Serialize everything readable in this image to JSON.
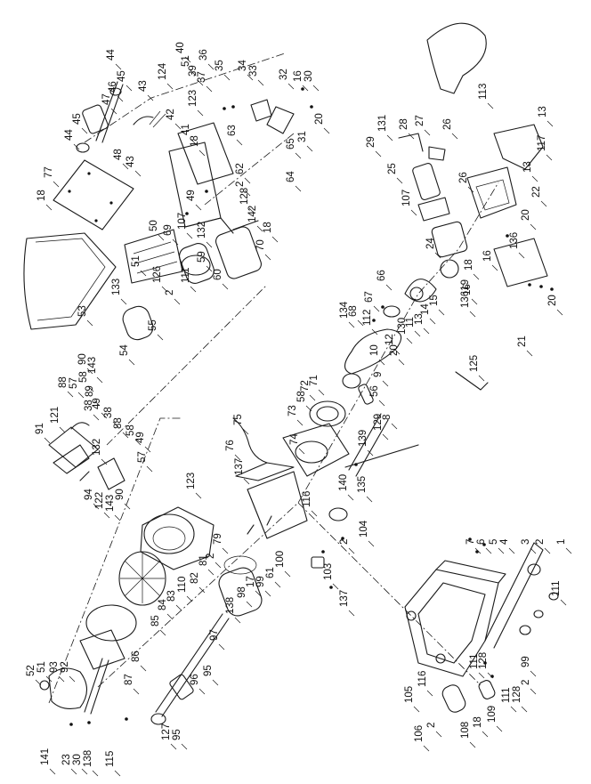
{
  "diagram": {
    "line_color": "#1a1a1a",
    "callouts": [
      {
        "id": "c1",
        "text": "44"
      },
      {
        "id": "c2",
        "text": "45"
      },
      {
        "id": "c3",
        "text": "46"
      },
      {
        "id": "c4",
        "text": "47"
      },
      {
        "id": "c5",
        "text": "45"
      },
      {
        "id": "c6",
        "text": "44"
      },
      {
        "id": "c7",
        "text": "43"
      },
      {
        "id": "c8",
        "text": "43"
      },
      {
        "id": "c9",
        "text": "48"
      },
      {
        "id": "c10",
        "text": "77"
      },
      {
        "id": "c11",
        "text": "18"
      },
      {
        "id": "c12",
        "text": "124"
      },
      {
        "id": "c13",
        "text": "40"
      },
      {
        "id": "c14",
        "text": "51"
      },
      {
        "id": "c15",
        "text": "39"
      },
      {
        "id": "c16",
        "text": "37"
      },
      {
        "id": "c17",
        "text": "36"
      },
      {
        "id": "c18",
        "text": "35"
      },
      {
        "id": "c19",
        "text": "34"
      },
      {
        "id": "c20",
        "text": "33"
      },
      {
        "id": "c21",
        "text": "32"
      },
      {
        "id": "c22",
        "text": "16"
      },
      {
        "id": "c23",
        "text": "30"
      },
      {
        "id": "c24",
        "text": "20"
      },
      {
        "id": "c25",
        "text": "123"
      },
      {
        "id": "c26",
        "text": "42"
      },
      {
        "id": "c27",
        "text": "41"
      },
      {
        "id": "c28",
        "text": "18"
      },
      {
        "id": "c29",
        "text": "63"
      },
      {
        "id": "c30",
        "text": "65"
      },
      {
        "id": "c31",
        "text": "31"
      },
      {
        "id": "c32",
        "text": "64"
      },
      {
        "id": "c33",
        "text": "62"
      },
      {
        "id": "c34",
        "text": "128"
      },
      {
        "id": "c35",
        "text": "2"
      },
      {
        "id": "c36",
        "text": "142"
      },
      {
        "id": "c37",
        "text": "18"
      },
      {
        "id": "c38",
        "text": "70"
      },
      {
        "id": "c39",
        "text": "49"
      },
      {
        "id": "c40",
        "text": "107"
      },
      {
        "id": "c41",
        "text": "50"
      },
      {
        "id": "c42",
        "text": "69"
      },
      {
        "id": "c43",
        "text": "132"
      },
      {
        "id": "c44",
        "text": "51"
      },
      {
        "id": "c45",
        "text": "59"
      },
      {
        "id": "c46",
        "text": "111"
      },
      {
        "id": "c47",
        "text": "60"
      },
      {
        "id": "c48",
        "text": "126"
      },
      {
        "id": "c49",
        "text": "2"
      },
      {
        "id": "c50",
        "text": "133"
      },
      {
        "id": "c51",
        "text": "53"
      },
      {
        "id": "c52",
        "text": "54"
      },
      {
        "id": "c53",
        "text": "55"
      },
      {
        "id": "c54",
        "text": "113"
      },
      {
        "id": "c55",
        "text": "13"
      },
      {
        "id": "c56",
        "text": "117"
      },
      {
        "id": "c57",
        "text": "13"
      },
      {
        "id": "c58",
        "text": "22"
      },
      {
        "id": "c59",
        "text": "20"
      },
      {
        "id": "c60",
        "text": "136"
      },
      {
        "id": "c61",
        "text": "29"
      },
      {
        "id": "c62",
        "text": "131"
      },
      {
        "id": "c63",
        "text": "28"
      },
      {
        "id": "c64",
        "text": "27"
      },
      {
        "id": "c65",
        "text": "26"
      },
      {
        "id": "c66",
        "text": "25"
      },
      {
        "id": "c67",
        "text": "26"
      },
      {
        "id": "c68",
        "text": "107"
      },
      {
        "id": "c69",
        "text": "24"
      },
      {
        "id": "c70",
        "text": "16"
      },
      {
        "id": "c71",
        "text": "18"
      },
      {
        "id": "c72",
        "text": "16"
      },
      {
        "id": "c73",
        "text": "13619"
      },
      {
        "id": "c74",
        "text": "20"
      },
      {
        "id": "c75",
        "text": "21"
      },
      {
        "id": "c76",
        "text": "15"
      },
      {
        "id": "c77",
        "text": "14"
      },
      {
        "id": "c78",
        "text": "13"
      },
      {
        "id": "c79",
        "text": "11"
      },
      {
        "id": "c80",
        "text": "130"
      },
      {
        "id": "c81",
        "text": "66"
      },
      {
        "id": "c82",
        "text": "67"
      },
      {
        "id": "c83",
        "text": "68"
      },
      {
        "id": "c84",
        "text": "112"
      },
      {
        "id": "c85",
        "text": "20"
      },
      {
        "id": "c86",
        "text": "12"
      },
      {
        "id": "c87",
        "text": "10"
      },
      {
        "id": "c88",
        "text": "134"
      },
      {
        "id": "c89",
        "text": "9"
      },
      {
        "id": "c90",
        "text": "56"
      },
      {
        "id": "c91",
        "text": "71"
      },
      {
        "id": "c92",
        "text": "72"
      },
      {
        "id": "c93",
        "text": "58"
      },
      {
        "id": "c94",
        "text": "73"
      },
      {
        "id": "c95",
        "text": "74"
      },
      {
        "id": "c96",
        "text": "125"
      },
      {
        "id": "c97",
        "text": "129"
      },
      {
        "id": "c98",
        "text": "8"
      },
      {
        "id": "c99",
        "text": "139"
      },
      {
        "id": "c100",
        "text": "75"
      },
      {
        "id": "c101",
        "text": "76"
      },
      {
        "id": "c102",
        "text": "137"
      },
      {
        "id": "c103",
        "text": "116"
      },
      {
        "id": "c104",
        "text": "135"
      },
      {
        "id": "c105",
        "text": "140"
      },
      {
        "id": "c106",
        "text": "104"
      },
      {
        "id": "c107",
        "text": "2"
      },
      {
        "id": "c108",
        "text": "103"
      },
      {
        "id": "c109",
        "text": "137"
      },
      {
        "id": "c110",
        "text": "100"
      },
      {
        "id": "c111",
        "text": "61"
      },
      {
        "id": "c112",
        "text": "99"
      },
      {
        "id": "c113",
        "text": "17"
      },
      {
        "id": "c114",
        "text": "98"
      },
      {
        "id": "c115",
        "text": "138"
      },
      {
        "id": "c116",
        "text": "97"
      },
      {
        "id": "c117",
        "text": "95"
      },
      {
        "id": "c118",
        "text": "96"
      },
      {
        "id": "c119",
        "text": "127"
      },
      {
        "id": "c120",
        "text": "95"
      },
      {
        "id": "c121",
        "text": "88"
      },
      {
        "id": "c122",
        "text": "57"
      },
      {
        "id": "c123",
        "text": "58"
      },
      {
        "id": "c124",
        "text": "90"
      },
      {
        "id": "c125",
        "text": "143"
      },
      {
        "id": "c126",
        "text": "89"
      },
      {
        "id": "c127",
        "text": "38"
      },
      {
        "id": "c128",
        "text": "49"
      },
      {
        "id": "c129",
        "text": "121"
      },
      {
        "id": "c130",
        "text": "91"
      },
      {
        "id": "c131",
        "text": "38"
      },
      {
        "id": "c132",
        "text": "88"
      },
      {
        "id": "c133",
        "text": "58"
      },
      {
        "id": "c134",
        "text": "49"
      },
      {
        "id": "c135",
        "text": "132"
      },
      {
        "id": "c136",
        "text": "57"
      },
      {
        "id": "c137",
        "text": "94"
      },
      {
        "id": "c138",
        "text": "122"
      },
      {
        "id": "c139",
        "text": "143"
      },
      {
        "id": "c140",
        "text": "90"
      },
      {
        "id": "c141",
        "text": "123"
      },
      {
        "id": "c142",
        "text": "79"
      },
      {
        "id": "c143",
        "text": "2"
      },
      {
        "id": "c144",
        "text": "81"
      },
      {
        "id": "c145",
        "text": "82"
      },
      {
        "id": "c146",
        "text": "110"
      },
      {
        "id": "c147",
        "text": "83"
      },
      {
        "id": "c148",
        "text": "84"
      },
      {
        "id": "c149",
        "text": "85"
      },
      {
        "id": "c150",
        "text": "86"
      },
      {
        "id": "c151",
        "text": "87"
      },
      {
        "id": "c152",
        "text": "52"
      },
      {
        "id": "c153",
        "text": "51"
      },
      {
        "id": "c154",
        "text": "93"
      },
      {
        "id": "c155",
        "text": "92"
      },
      {
        "id": "c156",
        "text": "141"
      },
      {
        "id": "c157",
        "text": "23"
      },
      {
        "id": "c158",
        "text": "30"
      },
      {
        "id": "c159",
        "text": "138"
      },
      {
        "id": "c160",
        "text": "115"
      },
      {
        "id": "c161",
        "text": "7"
      },
      {
        "id": "c162",
        "text": "6"
      },
      {
        "id": "c163",
        "text": "5"
      },
      {
        "id": "c164",
        "text": "4"
      },
      {
        "id": "c165",
        "text": "3"
      },
      {
        "id": "c166",
        "text": "2"
      },
      {
        "id": "c167",
        "text": "1"
      },
      {
        "id": "c168",
        "text": "111"
      },
      {
        "id": "c169",
        "text": "111"
      },
      {
        "id": "c170",
        "text": "128"
      },
      {
        "id": "c171",
        "text": "116"
      },
      {
        "id": "c172",
        "text": "105"
      },
      {
        "id": "c173",
        "text": "106"
      },
      {
        "id": "c174",
        "text": "2"
      },
      {
        "id": "c175",
        "text": "108"
      },
      {
        "id": "c176",
        "text": "18"
      },
      {
        "id": "c177",
        "text": "109"
      },
      {
        "id": "c178",
        "text": "111"
      },
      {
        "id": "c179",
        "text": "128"
      },
      {
        "id": "c180",
        "text": "2"
      },
      {
        "id": "c181",
        "text": "99"
      }
    ]
  }
}
